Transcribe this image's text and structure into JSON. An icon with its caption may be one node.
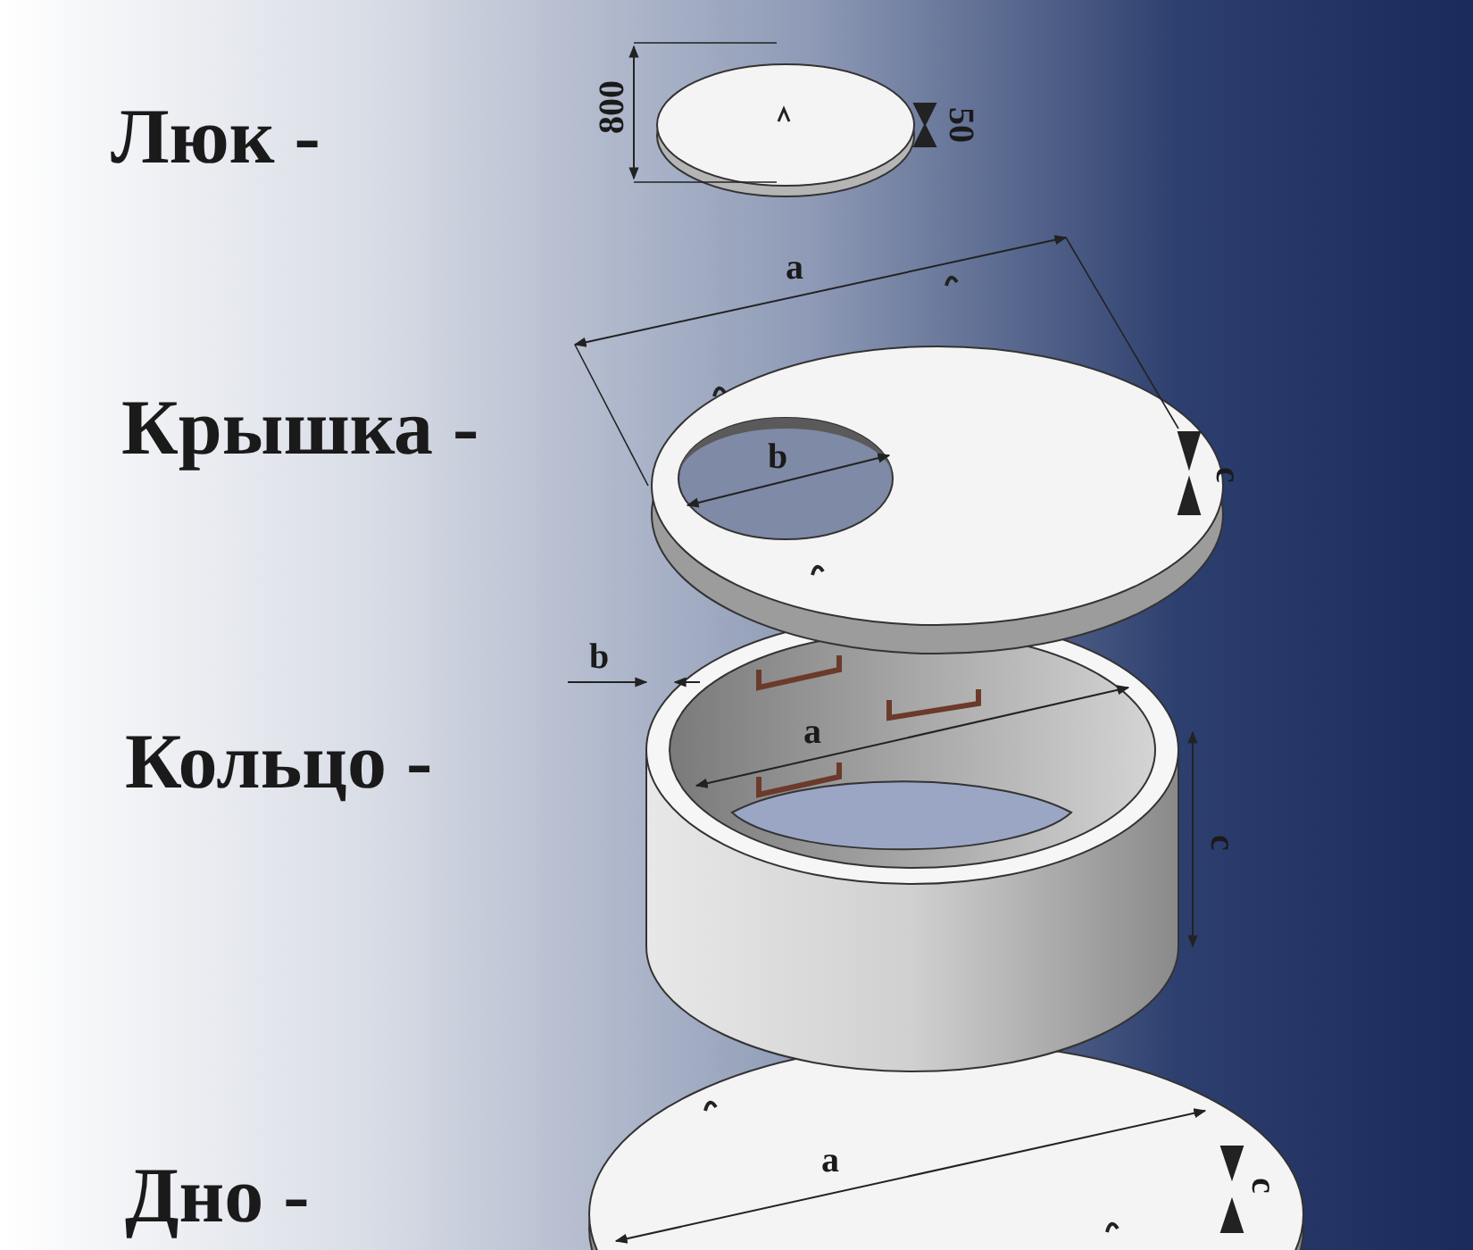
{
  "diagram": {
    "labels": [
      "Люк -",
      "800",
      "50",
      "Крышка -",
      "a",
      "b",
      "c",
      "Кольцо -",
      "b",
      "a",
      "c",
      "Дно -",
      "a",
      "c"
    ]
  }
}
